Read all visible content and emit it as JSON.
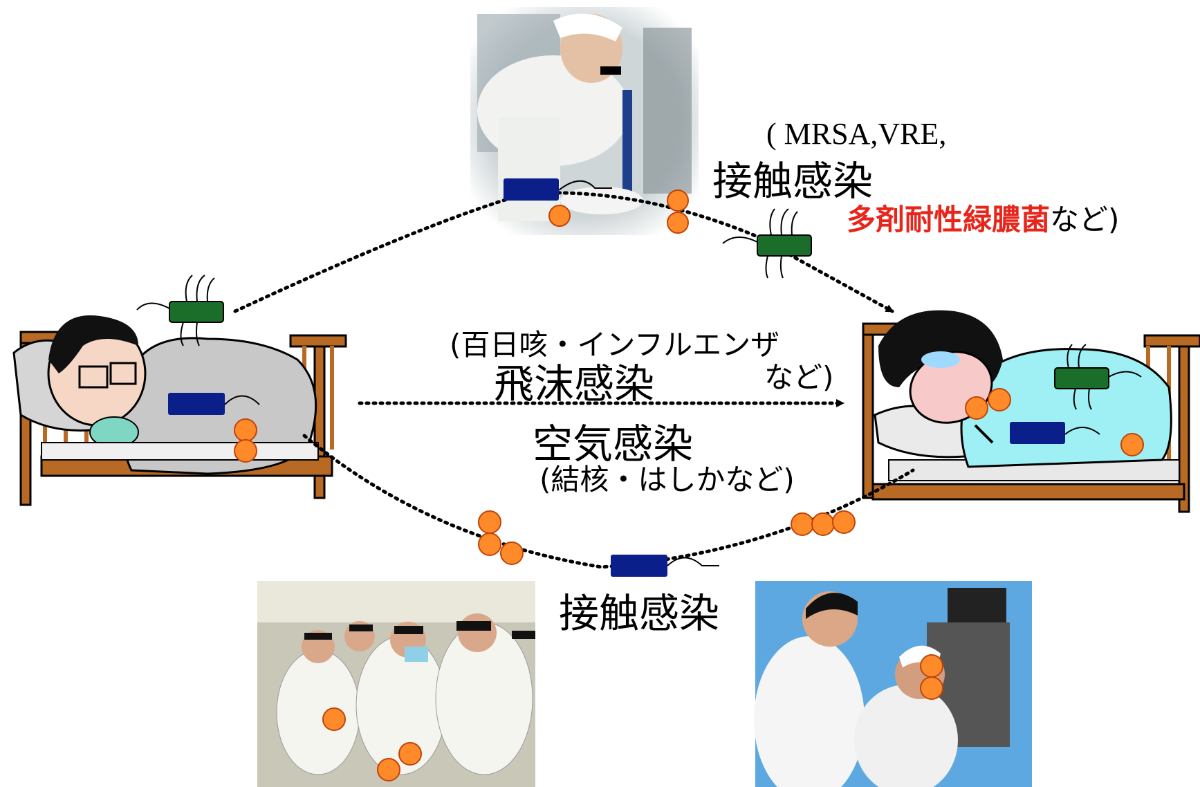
{
  "contact_top": {
    "pathogens_open": "( MRSA,VRE,",
    "title": "接触感染",
    "red_text": "多剤耐性緑膿菌",
    "suffix": "など)"
  },
  "droplet": {
    "examples_line1": "(百日咳・インフルエンザ",
    "title": "飛沫感染",
    "examples_line2": "など)"
  },
  "airborne": {
    "title": "空気感染",
    "examples": "(結核・はしかなど)"
  },
  "contact_bottom": {
    "title": "接触感染"
  },
  "colors": {
    "bacteria_green": "#1a6e2a",
    "bacteria_blue": "#0a1f8a",
    "droplet_orange": "#ff8a2a",
    "red_text": "#e8251b",
    "blanket_gray": "#c8c8c8",
    "blanket_cyan": "#9ff0f5",
    "bed_wood": "#a85a1a"
  }
}
